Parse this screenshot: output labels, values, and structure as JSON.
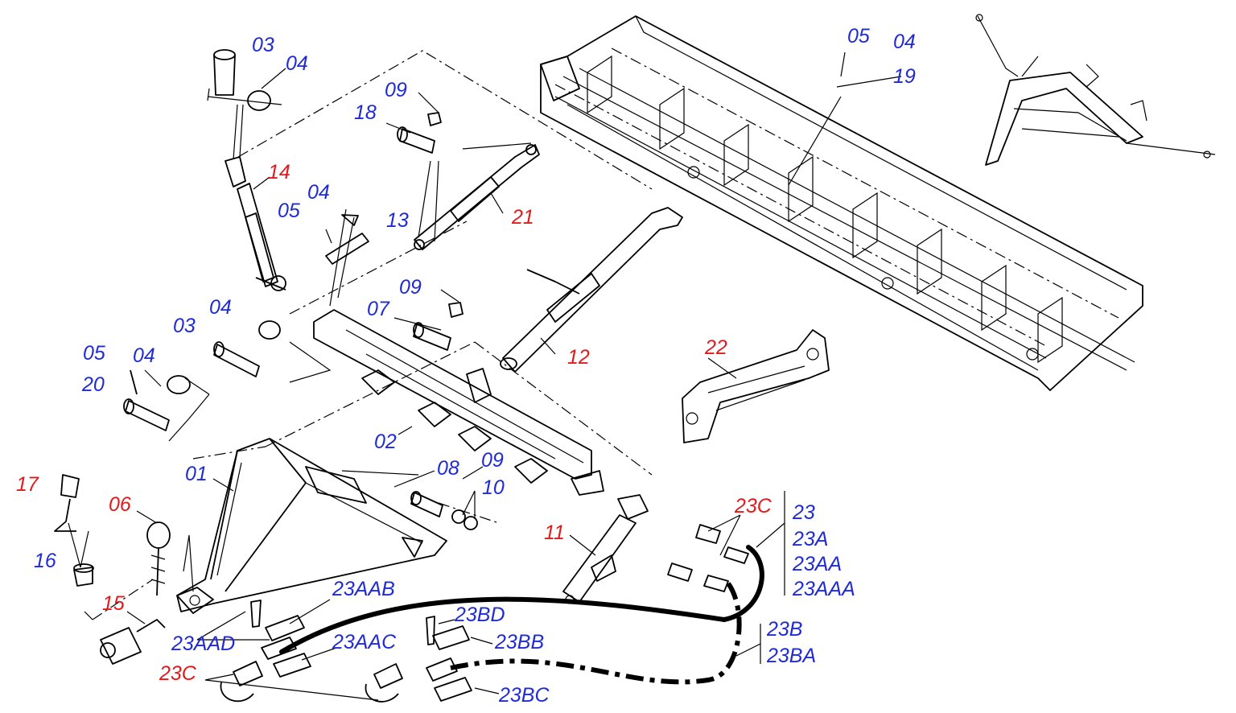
{
  "labels": {
    "p01": "01",
    "p02": "02",
    "p03a": "03",
    "p03b": "03",
    "p04a": "04",
    "p04b": "04",
    "p04c": "04",
    "p04d": "04",
    "p04e": "04",
    "p05a": "05",
    "p05b": "05",
    "p05c": "05",
    "p06": "06",
    "p07": "07",
    "p08": "08",
    "p09a": "09",
    "p09b": "09",
    "p09c": "09",
    "p10": "10",
    "p11": "11",
    "p12": "12",
    "p13": "13",
    "p14": "14",
    "p15": "15",
    "p16": "16",
    "p17": "17",
    "p18": "18",
    "p19": "19",
    "p20": "20",
    "p21": "21",
    "p22": "22",
    "p23": "23",
    "p23A": "23A",
    "p23AA": "23AA",
    "p23AAA": "23AAA",
    "p23AAB": "23AAB",
    "p23AAC": "23AAC",
    "p23AAD": "23AAD",
    "p23B": "23B",
    "p23BA": "23BA",
    "p23BB": "23BB",
    "p23BC": "23BC",
    "p23BD": "23BD",
    "p23Ca": "23C",
    "p23Cb": "23C"
  },
  "colors": {
    "part_number": "#1f2bd6",
    "assembly_number": "#e31a1c",
    "line": "#000000"
  }
}
